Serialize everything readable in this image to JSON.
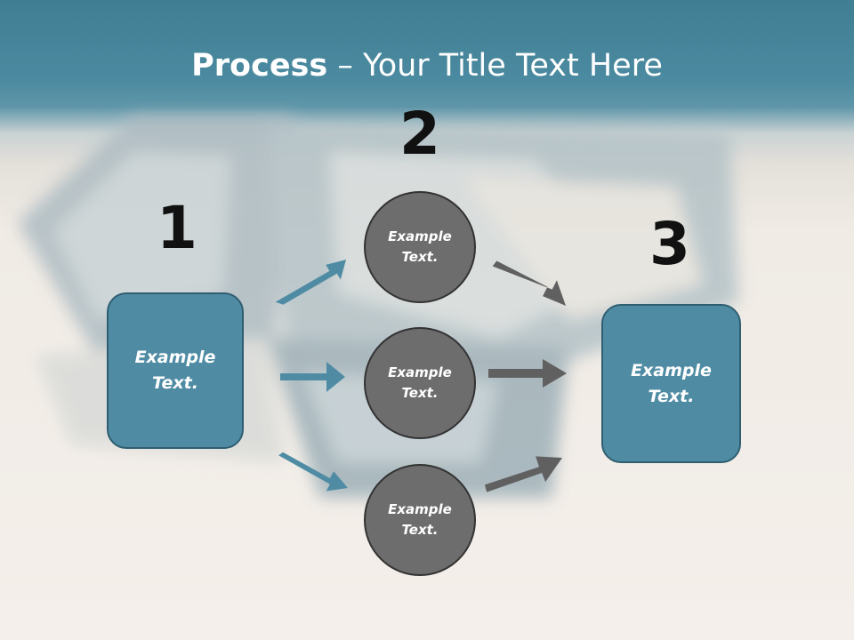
{
  "title": {
    "bold": "Process",
    "rest": " – Your Title Text Here"
  },
  "numbers": [
    "1",
    "2",
    "3"
  ],
  "left_box": {
    "line1": "Example",
    "line2": "Text."
  },
  "circles": [
    {
      "line1": "Example",
      "line2": "Text."
    },
    {
      "line1": "Example",
      "line2": "Text."
    },
    {
      "line1": "Example",
      "line2": "Text."
    }
  ],
  "right_box": {
    "line1": "Example",
    "line2": "Text."
  },
  "colors": {
    "header": "#4b8aa0",
    "box": "#4f8ca4",
    "circle": "#6d6d6d",
    "arrow_left": "#4f8ca4",
    "arrow_right": "#606060"
  }
}
